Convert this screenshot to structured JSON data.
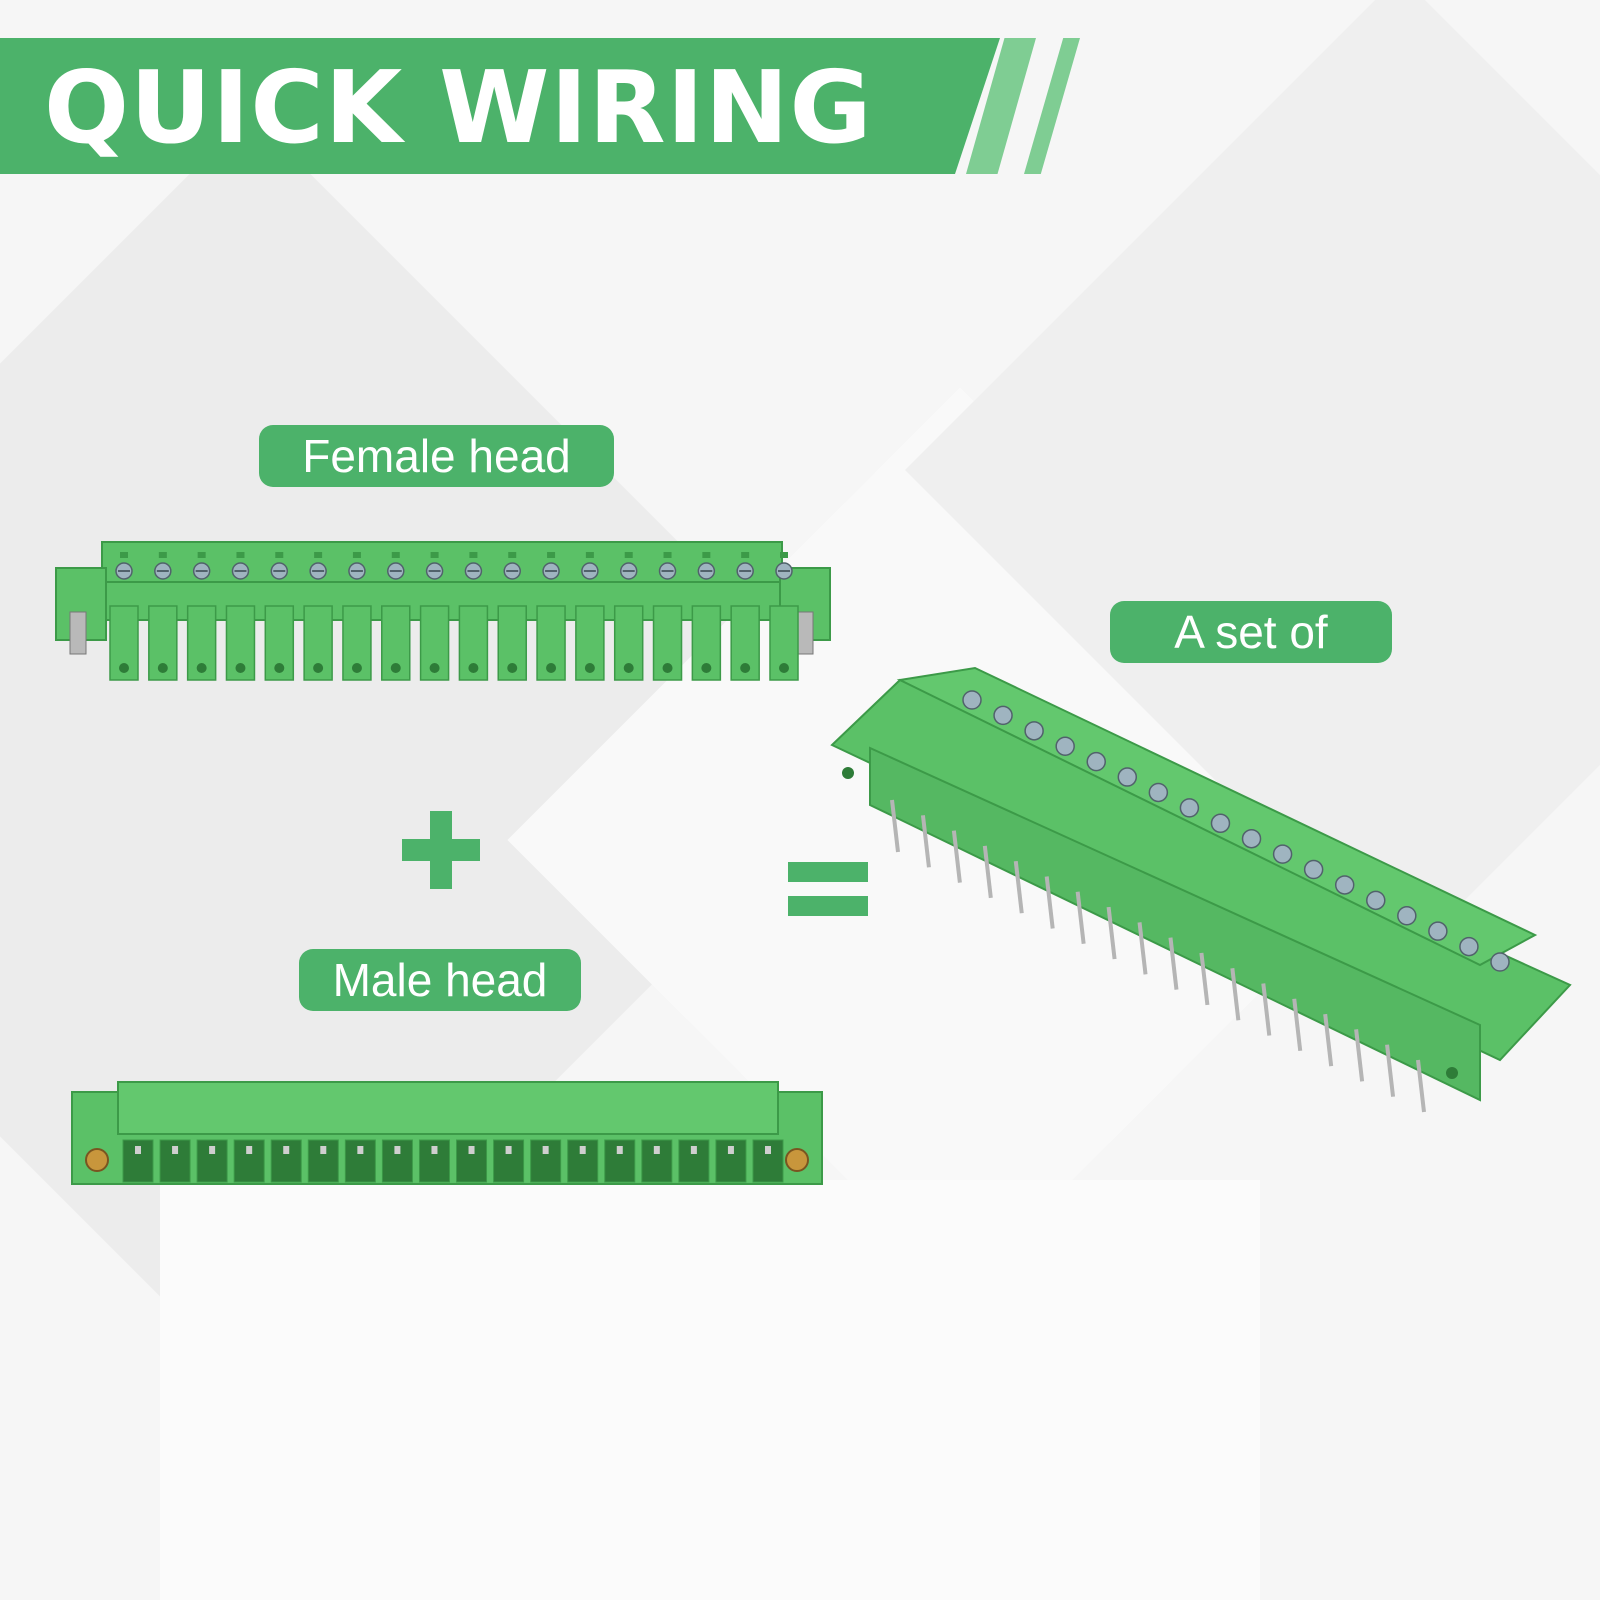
{
  "banner": {
    "title": "QUICK WIRING"
  },
  "labels": {
    "female": "Female head",
    "male": "Male head",
    "set": "A set of"
  },
  "operators": {
    "plus": "+",
    "equals": "="
  },
  "colors": {
    "accent": "#4cb26a",
    "accent_light": "#7fcd93",
    "connector_body": "#5bc167",
    "connector_dark": "#3c9a48",
    "connector_shadow": "#2e7c38"
  }
}
